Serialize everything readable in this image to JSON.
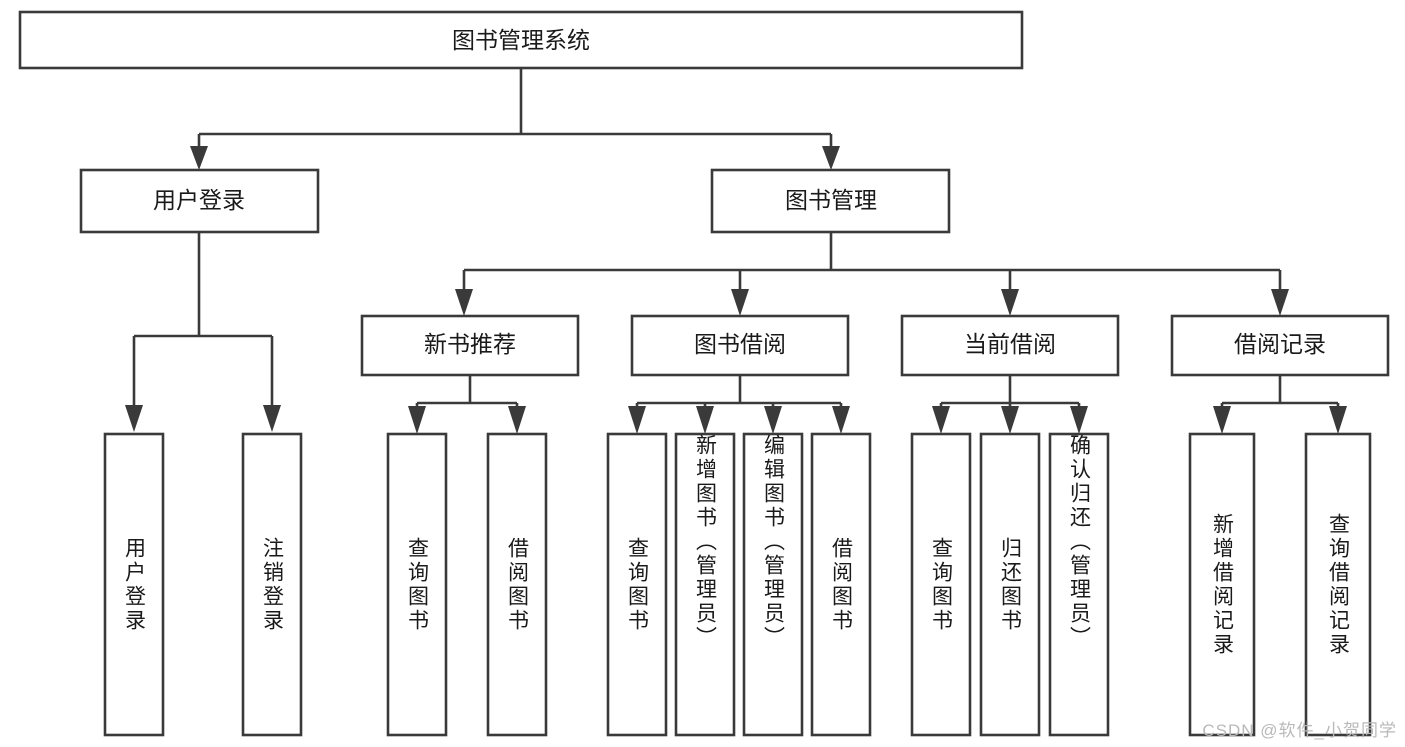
{
  "diagram": {
    "type": "hierarchy-tree",
    "title": "图书管理系统",
    "root": {
      "label": "图书管理系统"
    },
    "level2": [
      {
        "label": "用户登录"
      },
      {
        "label": "图书管理"
      }
    ],
    "level3": [
      {
        "label": "新书推荐"
      },
      {
        "label": "图书借阅"
      },
      {
        "label": "当前借阅"
      },
      {
        "label": "借阅记录"
      }
    ],
    "leaves": {
      "user_login": [
        {
          "label": "用户登录"
        },
        {
          "label": "注销登录"
        }
      ],
      "new_book_recommend": [
        {
          "label": "查询图书"
        },
        {
          "label": "借阅图书"
        }
      ],
      "book_borrow": [
        {
          "label": "查询图书"
        },
        {
          "label": "新增图书（管理员）"
        },
        {
          "label": "编辑图书（管理员）"
        },
        {
          "label": "借阅图书"
        }
      ],
      "current_borrow": [
        {
          "label": "查询图书"
        },
        {
          "label": "归还图书"
        },
        {
          "label": "确认归还（管理员）"
        }
      ],
      "borrow_record": [
        {
          "label": "新增借阅记录"
        },
        {
          "label": "查询借阅记录"
        }
      ]
    },
    "colors": {
      "box_stroke": "#3a3a3a",
      "box_fill": "#ffffff",
      "text": "#1a1a1a",
      "watermark": "#b9b9b9",
      "background": "#ffffff"
    }
  },
  "watermark": {
    "text": "CSDN @软件_小贺同学"
  }
}
